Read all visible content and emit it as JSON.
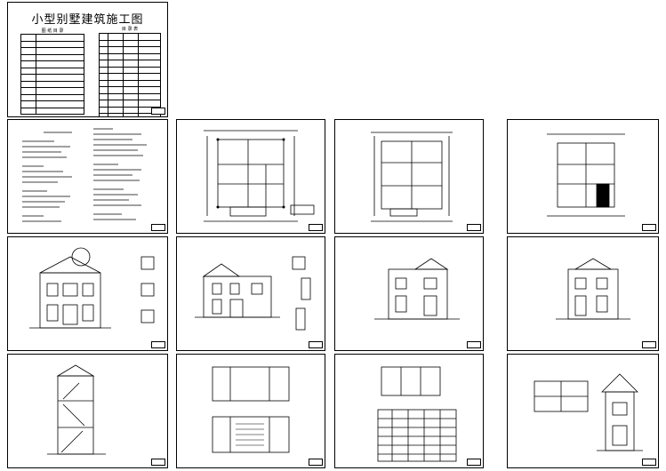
{
  "cover": {
    "title": "小型别墅建筑施工图",
    "drawing_index_heading": "图 纸 目 录",
    "drawing_list_heading": "目 录 表"
  }
}
